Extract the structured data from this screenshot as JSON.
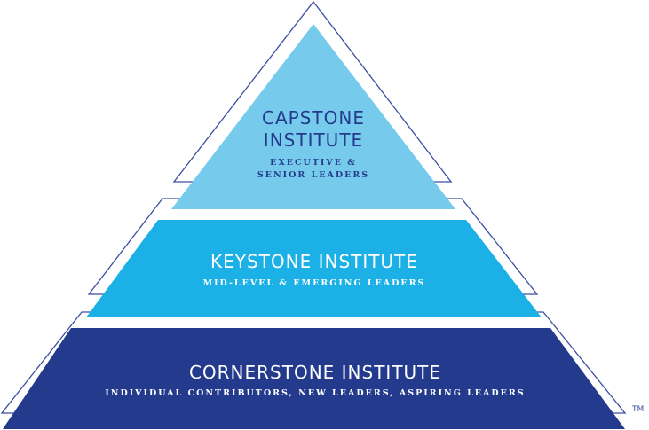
{
  "tiers": [
    {
      "title_lines": [
        "CAPSTONE",
        "INSTITUTE"
      ],
      "subtitle_lines": [
        "EXECUTIVE &",
        "SENIOR LEADERS"
      ],
      "fill": "#76cbec",
      "text_color": "#253a8c"
    },
    {
      "title": "KEYSTONE INSTITUTE",
      "subtitle": "MID-LEVEL & EMERGING LEADERS",
      "fill": "#1bb1e7",
      "text_color": "#ffffff"
    },
    {
      "title": "CORNERSTONE INSTITUTE",
      "subtitle": "INDIVIDUAL CONTRIBUTORS, NEW LEADERS, ASPIRING LEADERS",
      "fill": "#243a8d",
      "text_color": "#ffffff"
    }
  ],
  "outline_color": "#3c4ea0",
  "trademark": "TM"
}
